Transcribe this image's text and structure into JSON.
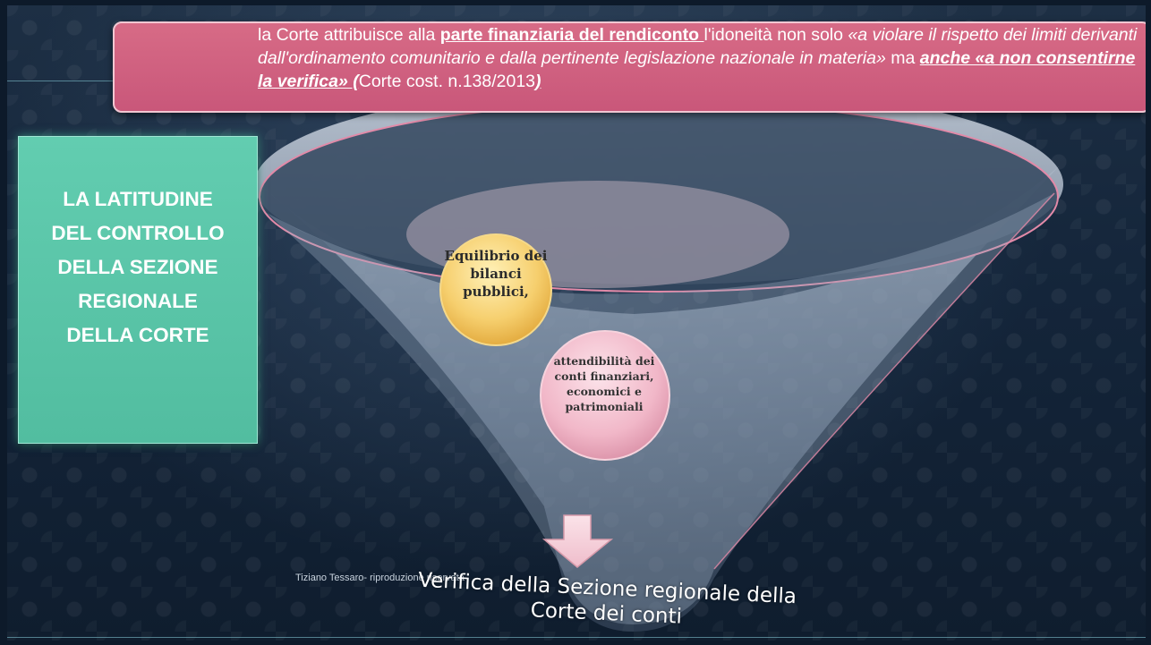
{
  "banner": {
    "parts": [
      {
        "text": "la Corte attribuisce alla ",
        "style": "normal"
      },
      {
        "text": "parte finanziaria del rendiconto ",
        "style": "bold-underline"
      },
      {
        "text": "l'idoneità non solo ",
        "style": "normal"
      },
      {
        "text": "«a violare il rispetto dei limiti derivanti dall'ordinamento comunitario e dalla pertinente legislazione nazionale in materia»",
        "style": "italic"
      },
      {
        "text": " ma ",
        "style": "normal"
      },
      {
        "text": "anche «a non consentirne la verifica» (",
        "style": "bold-underline-italic"
      },
      {
        "text": "Corte cost. n.138/2013",
        "style": "normal"
      },
      {
        "text": ")",
        "style": "bold-underline-italic"
      }
    ]
  },
  "side_box": {
    "title": "LA LATITUDINE\nDEL CONTROLLO\nDELLA SEZIONE\nREGIONALE\nDELLA CORTE"
  },
  "bubble1": {
    "text": "Equilibrio dei bilanci pubblici,"
  },
  "bubble2": {
    "text": "attendibilità dei conti finanziari, economici e patrimoniali"
  },
  "bottom": {
    "verifica": "Verifica della Sezione regionale della Corte dei conti",
    "footer": "Tiziano Tessaro- riproduzione riservata"
  },
  "colors": {
    "banner": "#d76b86",
    "side_box": "#62cdb0",
    "bubble1": "#f6c45a",
    "bubble2": "#f2b5c7",
    "funnel": "#9aa9bd"
  },
  "icons": {
    "arrow": "down-arrow-icon"
  }
}
